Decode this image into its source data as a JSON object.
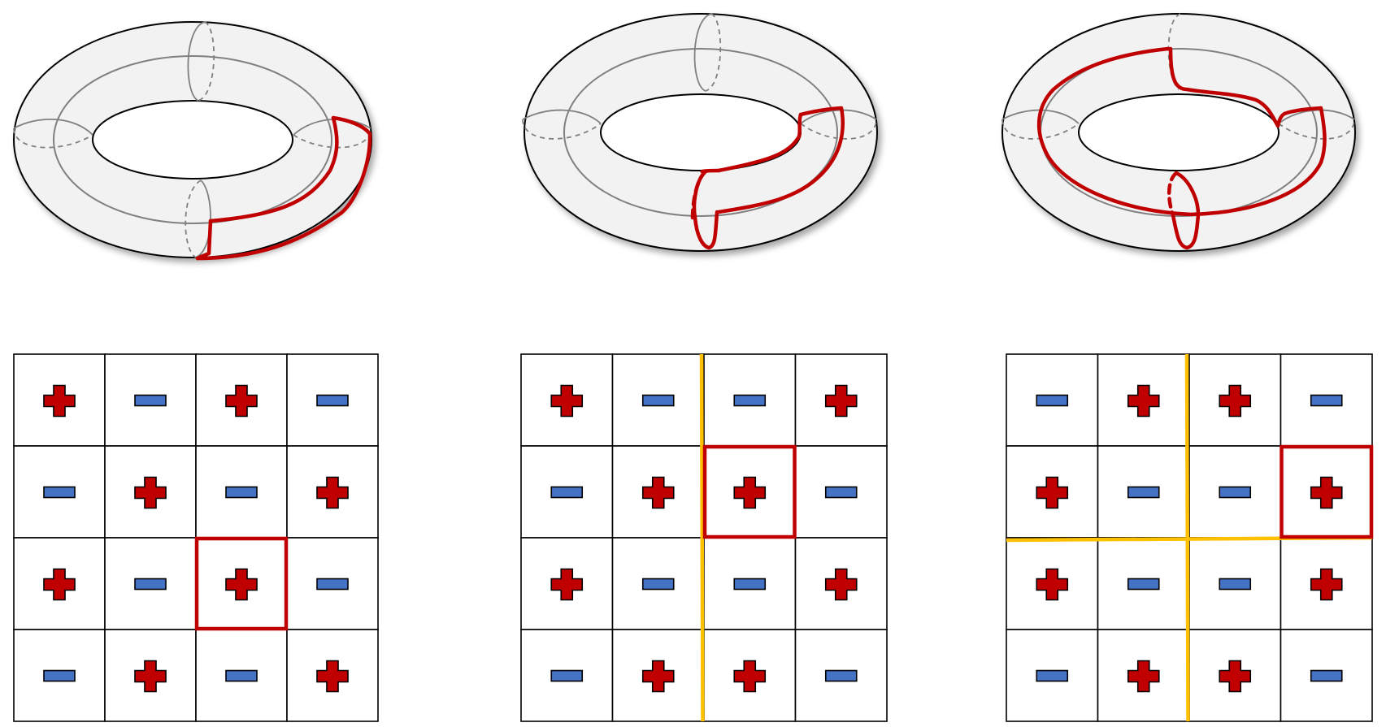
{
  "panels": [
    {
      "torus_loop": "single-twisted",
      "highlight": [
        2,
        2
      ],
      "cuts": {
        "vertical": [],
        "horizontal": []
      },
      "grid": [
        [
          "+",
          "-",
          "+",
          "-"
        ],
        [
          "-",
          "+",
          "-",
          "+"
        ],
        [
          "+",
          "-",
          "+",
          "-"
        ],
        [
          "-",
          "+",
          "-",
          "+"
        ]
      ]
    },
    {
      "torus_loop": "meridian-pair",
      "highlight": [
        1,
        2
      ],
      "cuts": {
        "vertical": [
          2
        ],
        "horizontal": []
      },
      "grid": [
        [
          "+",
          "-",
          "-",
          "+"
        ],
        [
          "-",
          "+",
          "+",
          "-"
        ],
        [
          "+",
          "-",
          "-",
          "+"
        ],
        [
          "-",
          "+",
          "+",
          "-"
        ]
      ]
    },
    {
      "torus_loop": "double-loop",
      "highlight": [
        1,
        3
      ],
      "cuts": {
        "vertical": [
          2
        ],
        "horizontal": [
          2
        ]
      },
      "grid": [
        [
          "-",
          "+",
          "+",
          "-"
        ],
        [
          "+",
          "-",
          "-",
          "+"
        ],
        [
          "+",
          "-",
          "-",
          "+"
        ],
        [
          "-",
          "+",
          "+",
          "-"
        ]
      ]
    }
  ],
  "colors": {
    "plus": "#c00000",
    "minus": "#4472c4",
    "highlight": "#c00000",
    "cut": "#ffc000",
    "loop": "#c00000",
    "torus_fill": "#f2f2f2",
    "torus_line": "#808080",
    "grid_line": "#000000"
  },
  "icons": {
    "plus": "plus-sign-icon",
    "minus": "minus-sign-icon"
  }
}
